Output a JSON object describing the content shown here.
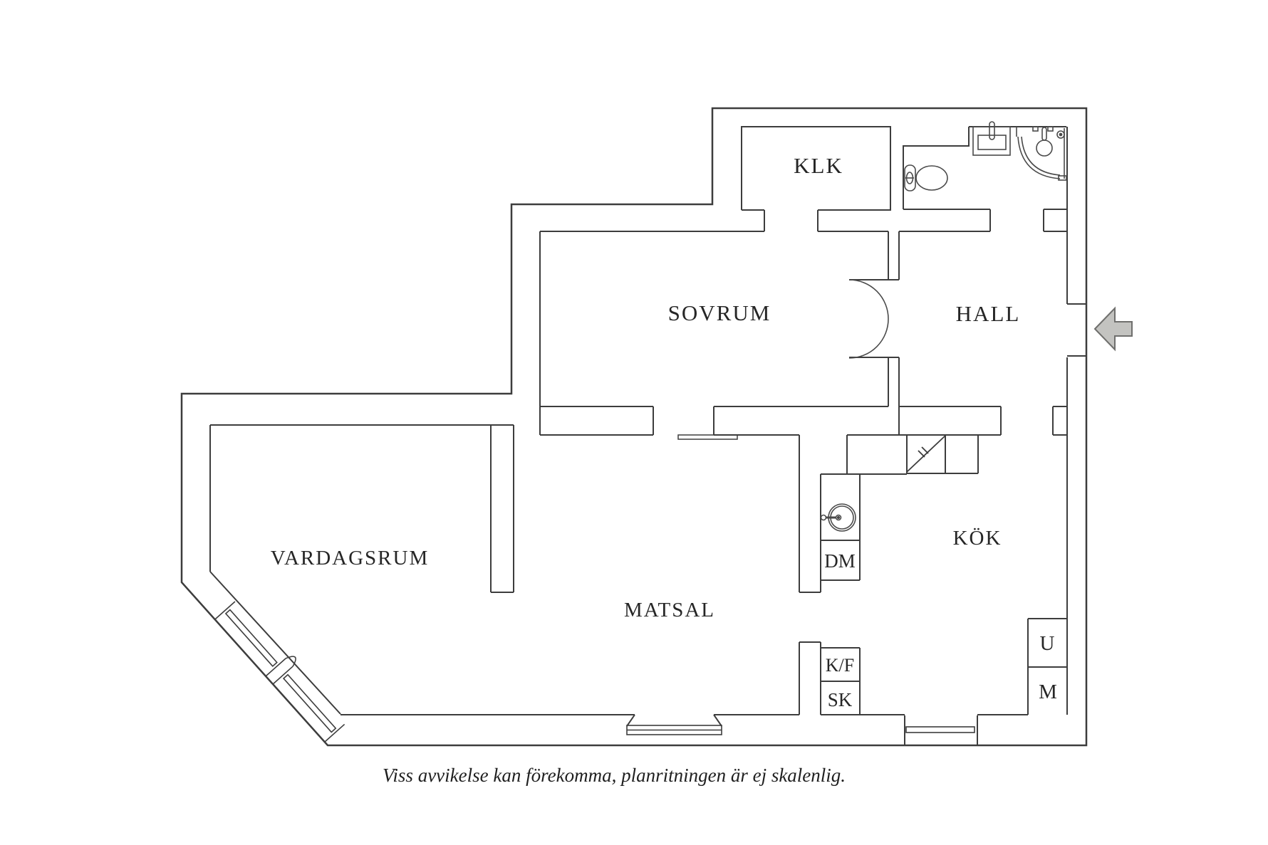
{
  "page": {
    "background": "#ffffff",
    "type_note": "architectural floor plan drawing"
  },
  "colors": {
    "wall_line": "#3d3d3d",
    "fixture_line": "#4a4a4a",
    "text": "#262626",
    "arrow_fill": "#c3c3c0",
    "arrow_stroke": "#6f6f6d",
    "background": "#ffffff"
  },
  "rooms": {
    "klk": "KLK",
    "sovrum": "SOVRUM",
    "hall": "HALL",
    "vardagsrum": "VARDAGSRUM",
    "matsal": "MATSAL",
    "kok": "KÖK"
  },
  "appliances": {
    "dm": "DM",
    "kf": "K/F",
    "sk": "SK",
    "u": "U",
    "m": "M"
  },
  "icons": {
    "entrance_arrow": "entrance-arrow-icon",
    "toilet": "toilet-icon",
    "bathroom_sink": "bathroom-sink-icon",
    "corner_shower": "corner-shower-icon",
    "kitchen_sink": "kitchen-sink-icon",
    "double_door": "double-door-swing-icon",
    "windows": "window-icon"
  },
  "caption": "Viss avvikelse kan förekomma, planritningen är ej skalenlig."
}
